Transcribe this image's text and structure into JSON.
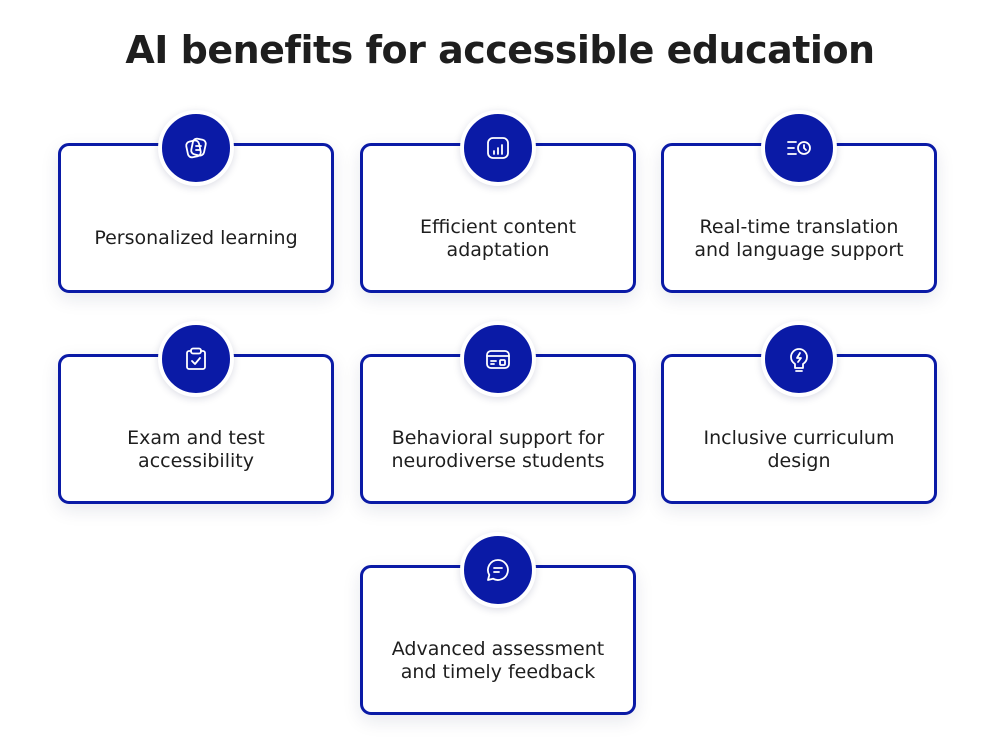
{
  "title": "AI benefits for accessible education",
  "accent_color": "#0a1aa6",
  "cards": [
    {
      "label": "Personalized learning",
      "icon": "cards-icon"
    },
    {
      "label": "Efficient content adaptation",
      "icon": "bar-chart-icon"
    },
    {
      "label": "Real-time translation and language support",
      "icon": "list-clock-icon"
    },
    {
      "label": "Exam and test accessibility",
      "icon": "clipboard-check-icon"
    },
    {
      "label": "Behavioral support for neurodiverse students",
      "icon": "id-card-icon"
    },
    {
      "label": "Inclusive curriculum design",
      "icon": "lightbulb-icon"
    },
    {
      "label": "Advanced assessment and timely feedback",
      "icon": "chat-bubble-icon"
    }
  ]
}
